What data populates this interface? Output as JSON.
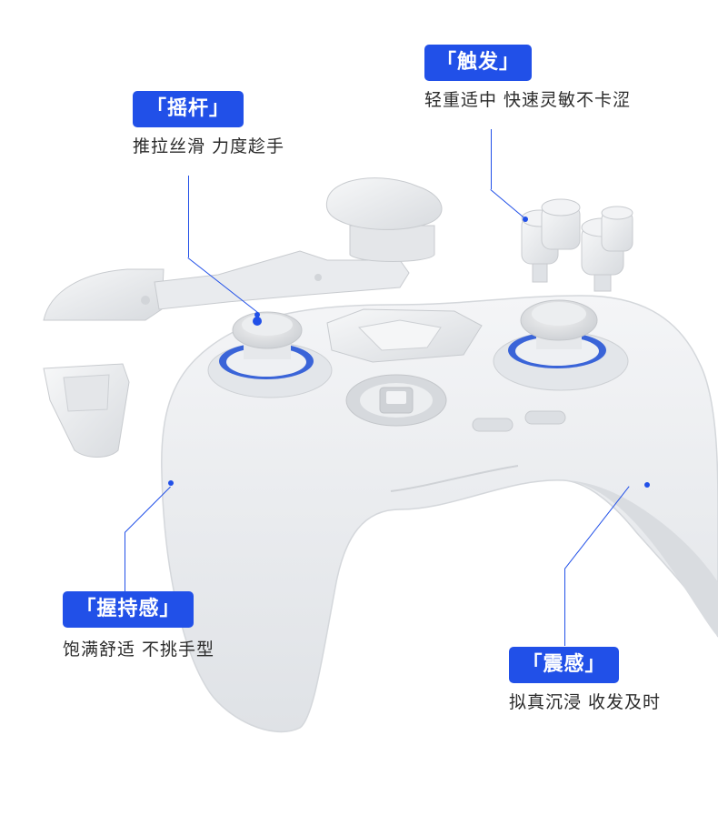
{
  "callouts": {
    "stick": {
      "title": "「摇杆」",
      "desc": "推拉丝滑  力度趁手"
    },
    "trigger": {
      "title": "「触发」",
      "desc": "轻重适中  快速灵敏不卡涩"
    },
    "grip": {
      "title": "「握持感」",
      "desc": "饱满舒适  不挑手型"
    },
    "rumble": {
      "title": "「震感」",
      "desc": "拟真沉浸  收发及时"
    }
  },
  "colors": {
    "accent": "#2150e8",
    "body": "#eceef0",
    "ring": "#3a64d8"
  }
}
